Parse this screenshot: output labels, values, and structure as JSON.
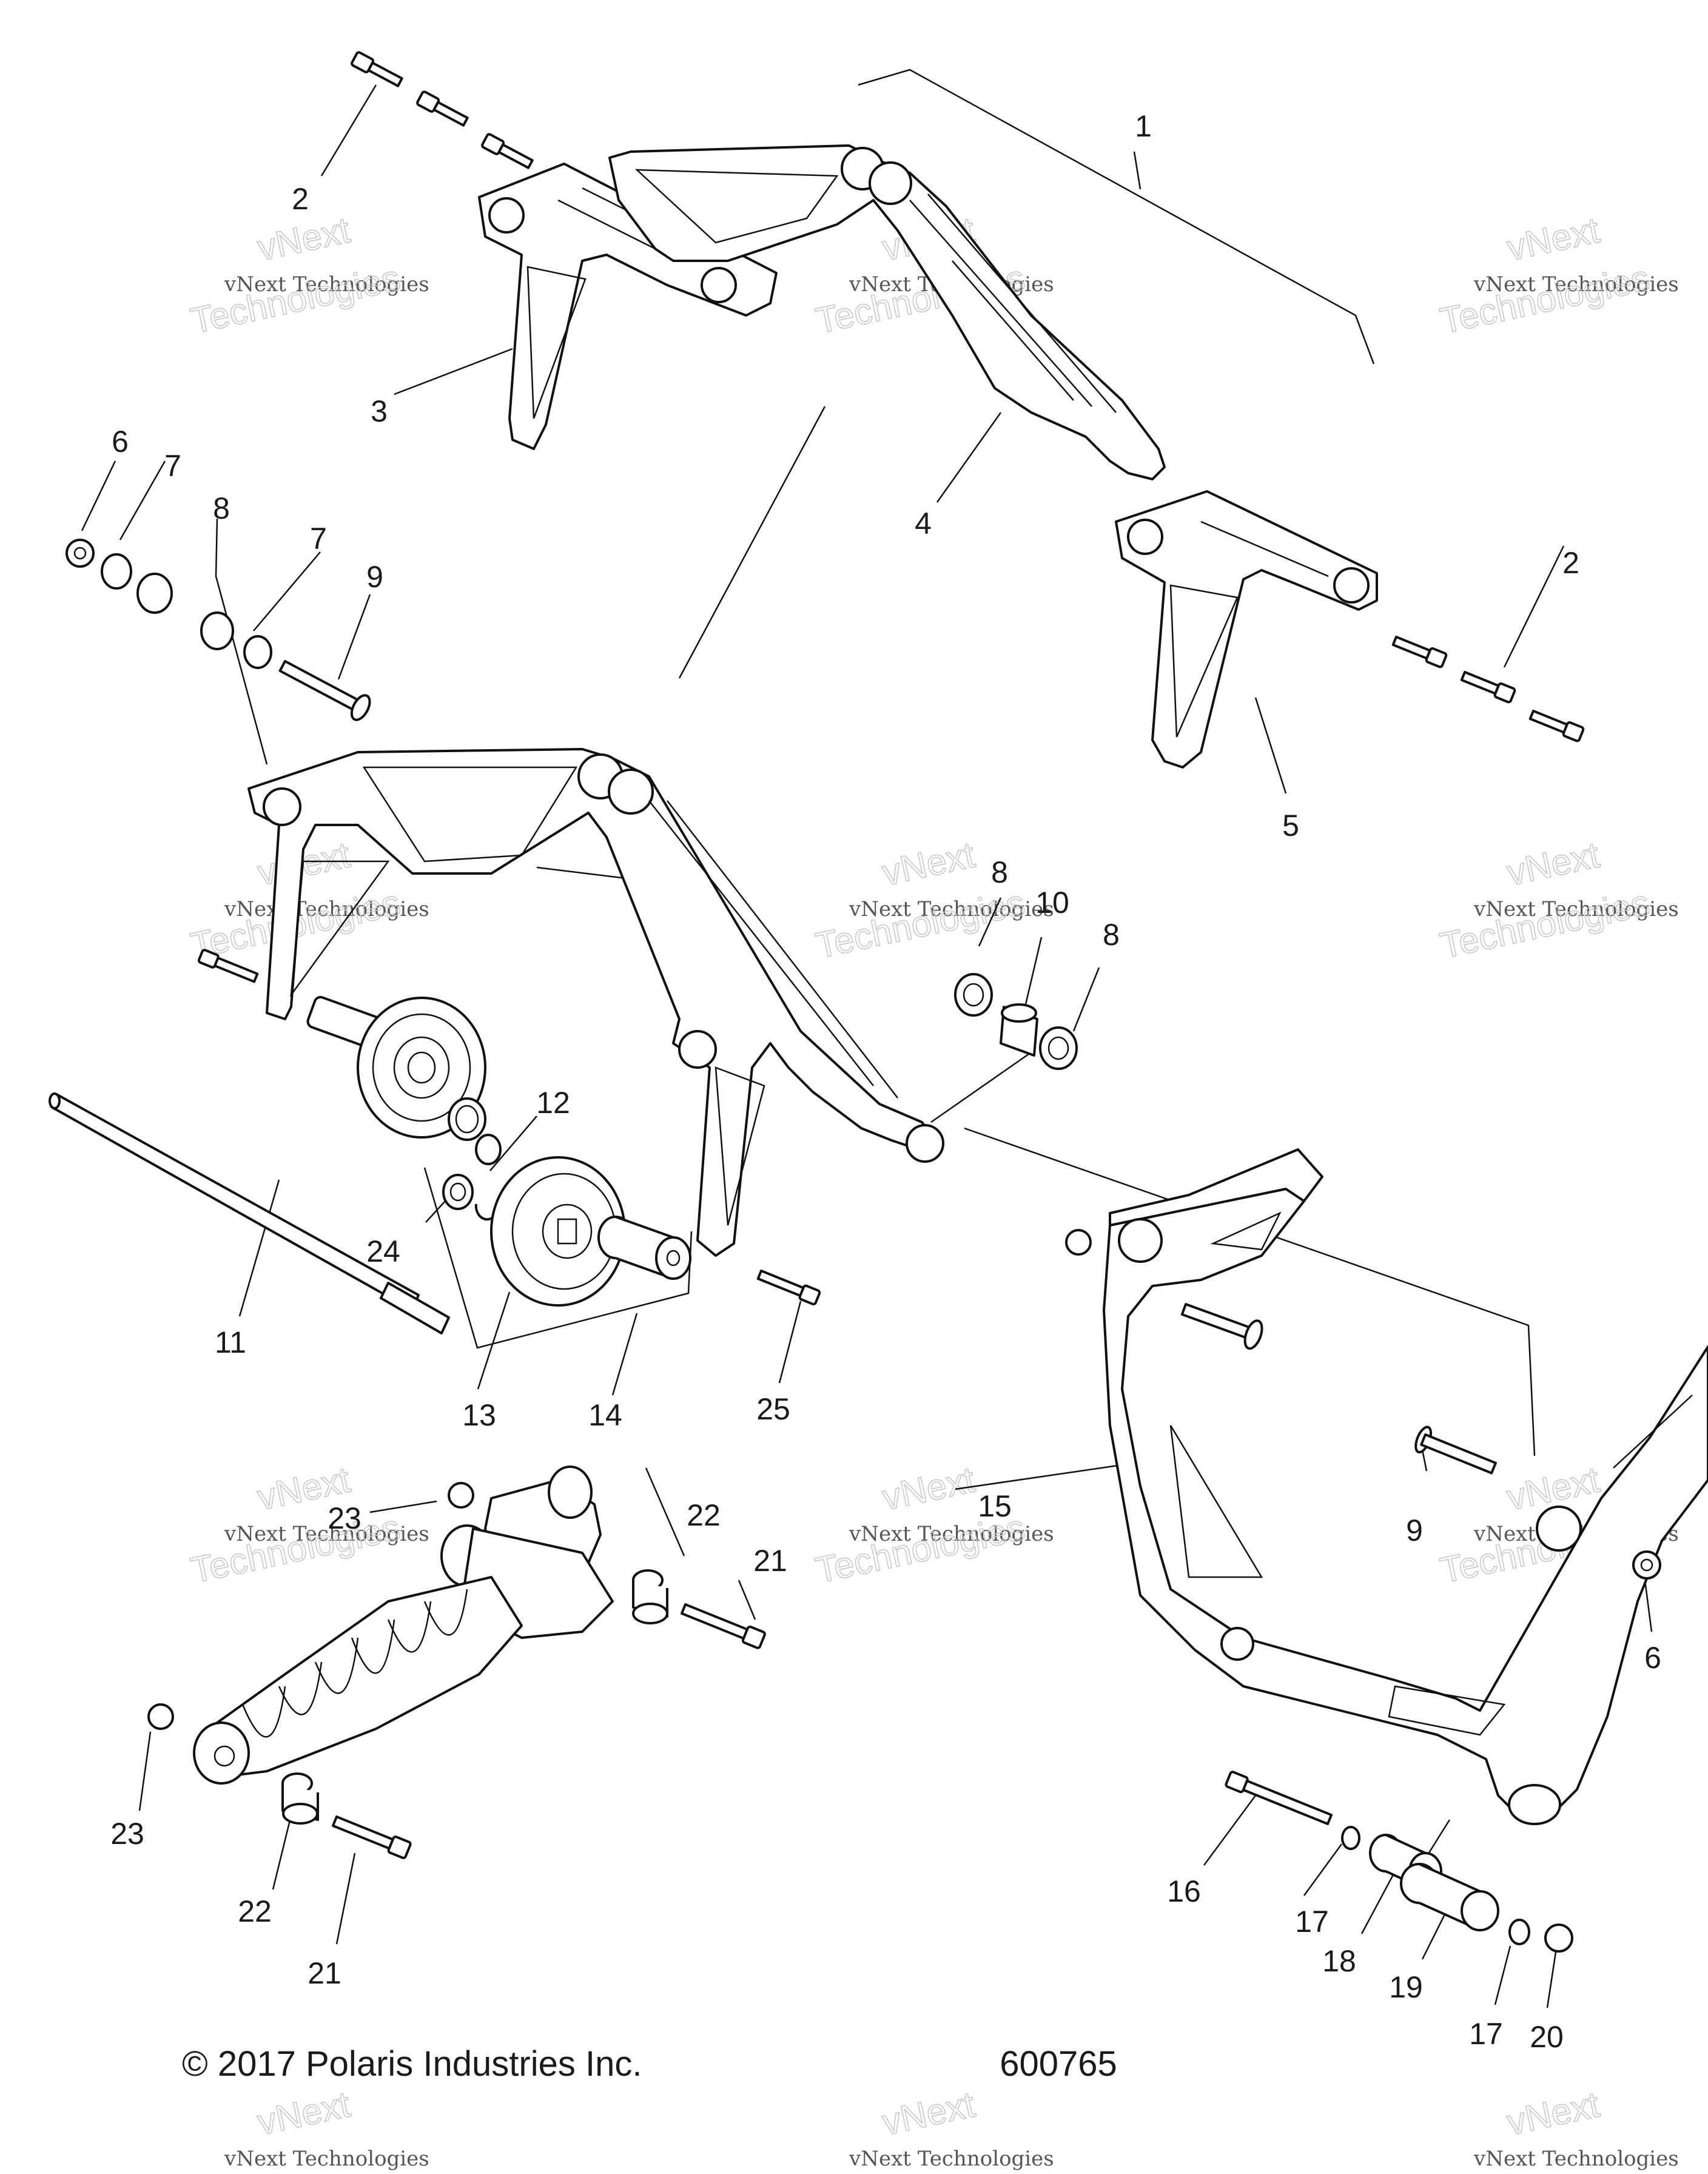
{
  "diagram": {
    "callouts": [
      {
        "id": "c1",
        "label": "1"
      },
      {
        "id": "c2a",
        "label": "2"
      },
      {
        "id": "c2b",
        "label": "2"
      },
      {
        "id": "c3",
        "label": "3"
      },
      {
        "id": "c4",
        "label": "4"
      },
      {
        "id": "c5",
        "label": "5"
      },
      {
        "id": "c6a",
        "label": "6"
      },
      {
        "id": "c6b",
        "label": "6"
      },
      {
        "id": "c7a",
        "label": "7"
      },
      {
        "id": "c7b",
        "label": "7"
      },
      {
        "id": "c8a",
        "label": "8"
      },
      {
        "id": "c8b",
        "label": "8"
      },
      {
        "id": "c8c",
        "label": "8"
      },
      {
        "id": "c9a",
        "label": "9"
      },
      {
        "id": "c9b",
        "label": "9"
      },
      {
        "id": "c10",
        "label": "10"
      },
      {
        "id": "c11",
        "label": "11"
      },
      {
        "id": "c12",
        "label": "12"
      },
      {
        "id": "c13",
        "label": "13"
      },
      {
        "id": "c14",
        "label": "14"
      },
      {
        "id": "c15",
        "label": "15"
      },
      {
        "id": "c16",
        "label": "16"
      },
      {
        "id": "c17a",
        "label": "17"
      },
      {
        "id": "c17b",
        "label": "17"
      },
      {
        "id": "c18",
        "label": "18"
      },
      {
        "id": "c19",
        "label": "19"
      },
      {
        "id": "c20",
        "label": "20"
      },
      {
        "id": "c21a",
        "label": "21"
      },
      {
        "id": "c21b",
        "label": "21"
      },
      {
        "id": "c22a",
        "label": "22"
      },
      {
        "id": "c22b",
        "label": "22"
      },
      {
        "id": "c23a",
        "label": "23"
      },
      {
        "id": "c23b",
        "label": "23"
      },
      {
        "id": "c24",
        "label": "24"
      },
      {
        "id": "c25",
        "label": "25"
      }
    ],
    "watermark": {
      "line1": "vNext Technologies",
      "line2": "vNext",
      "line3": "Technologies"
    },
    "footer": {
      "copyright": "© 2017 Polaris Industries Inc.",
      "figure_number": "600765"
    }
  }
}
